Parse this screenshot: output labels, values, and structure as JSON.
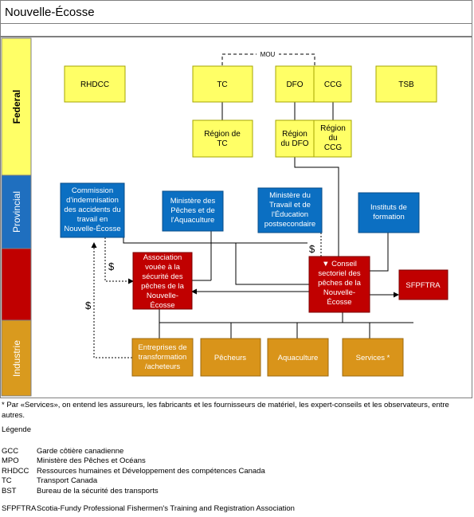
{
  "header": {
    "title": "Nouvelle-Écosse"
  },
  "colors": {
    "federal": "#ffff66",
    "provincial": "#1f6fbf",
    "red": "#c00000",
    "industry": "#d99a1e",
    "fed_box": "#ffff66",
    "prov_box": "#0b6fc2",
    "red_box": "#c00000",
    "ind_box": "#d9941a"
  },
  "bands": {
    "federal": "Federal",
    "provincial": "Provincial",
    "red": "",
    "industry": "Industrie"
  },
  "mou_label": "MOU",
  "dollar": "$",
  "boxes": {
    "rhdcc": "RHDCC",
    "tc": "TC",
    "dfo": "DFO",
    "ccg": "CCG",
    "tsb": "TSB",
    "region_tc": [
      "Région de",
      "TC"
    ],
    "region_dfo": [
      "Région",
      "du DFO"
    ],
    "region_ccg": [
      "Région",
      "du",
      "CCG"
    ],
    "commission": [
      "Commission",
      "d'indemnisation",
      "des accidents du",
      "travail en",
      "Nouvelle-Écosse"
    ],
    "peches_prov": [
      "Ministère des",
      "Pêches et de",
      "l'Aquaculture"
    ],
    "travail": [
      "Ministère du",
      "Travail et de",
      "l'Éducation",
      "postsecondaire"
    ],
    "instituts": [
      "Instituts de",
      "formation"
    ],
    "association": [
      "Association",
      "vouée à la",
      "sécurité des",
      "pêches de la",
      "Nouvelle-",
      "Écosse"
    ],
    "conseil": [
      "▼ Conseil",
      "sectoriel des",
      "pêches de la",
      "Nouvelle-",
      "Écosse"
    ],
    "sfpftra": "SFPFTRA",
    "entreprises": [
      "Entreprises de",
      "transformation",
      "/acheteurs"
    ],
    "pecheurs": "Pêcheurs",
    "aquaculture": "Aquaculture",
    "services": "Services *"
  },
  "notes": {
    "footnote": "* Par «Services», on entend les assureurs, les fabricants et les fournisseurs de matériel, les expert-conseils et les observateurs, entre autres.",
    "legend_title": "Légende",
    "legend": [
      {
        "abbr": "GCC",
        "desc": "Garde côtière canadienne"
      },
      {
        "abbr": "MPO",
        "desc": "Ministère des Pêches et Océans"
      },
      {
        "abbr": "RHDCC",
        "desc": "Ressources humaines et Développement des compétences Canada"
      },
      {
        "abbr": "TC",
        "desc": "Transport Canada"
      },
      {
        "abbr": "BST",
        "desc": "Bureau de la sécurité des transports"
      }
    ],
    "sfpftra_row": {
      "abbr": "SFPFTRA",
      "desc": "Scotia-Fundy Professional Fishermen's Training and Registration Association"
    }
  }
}
